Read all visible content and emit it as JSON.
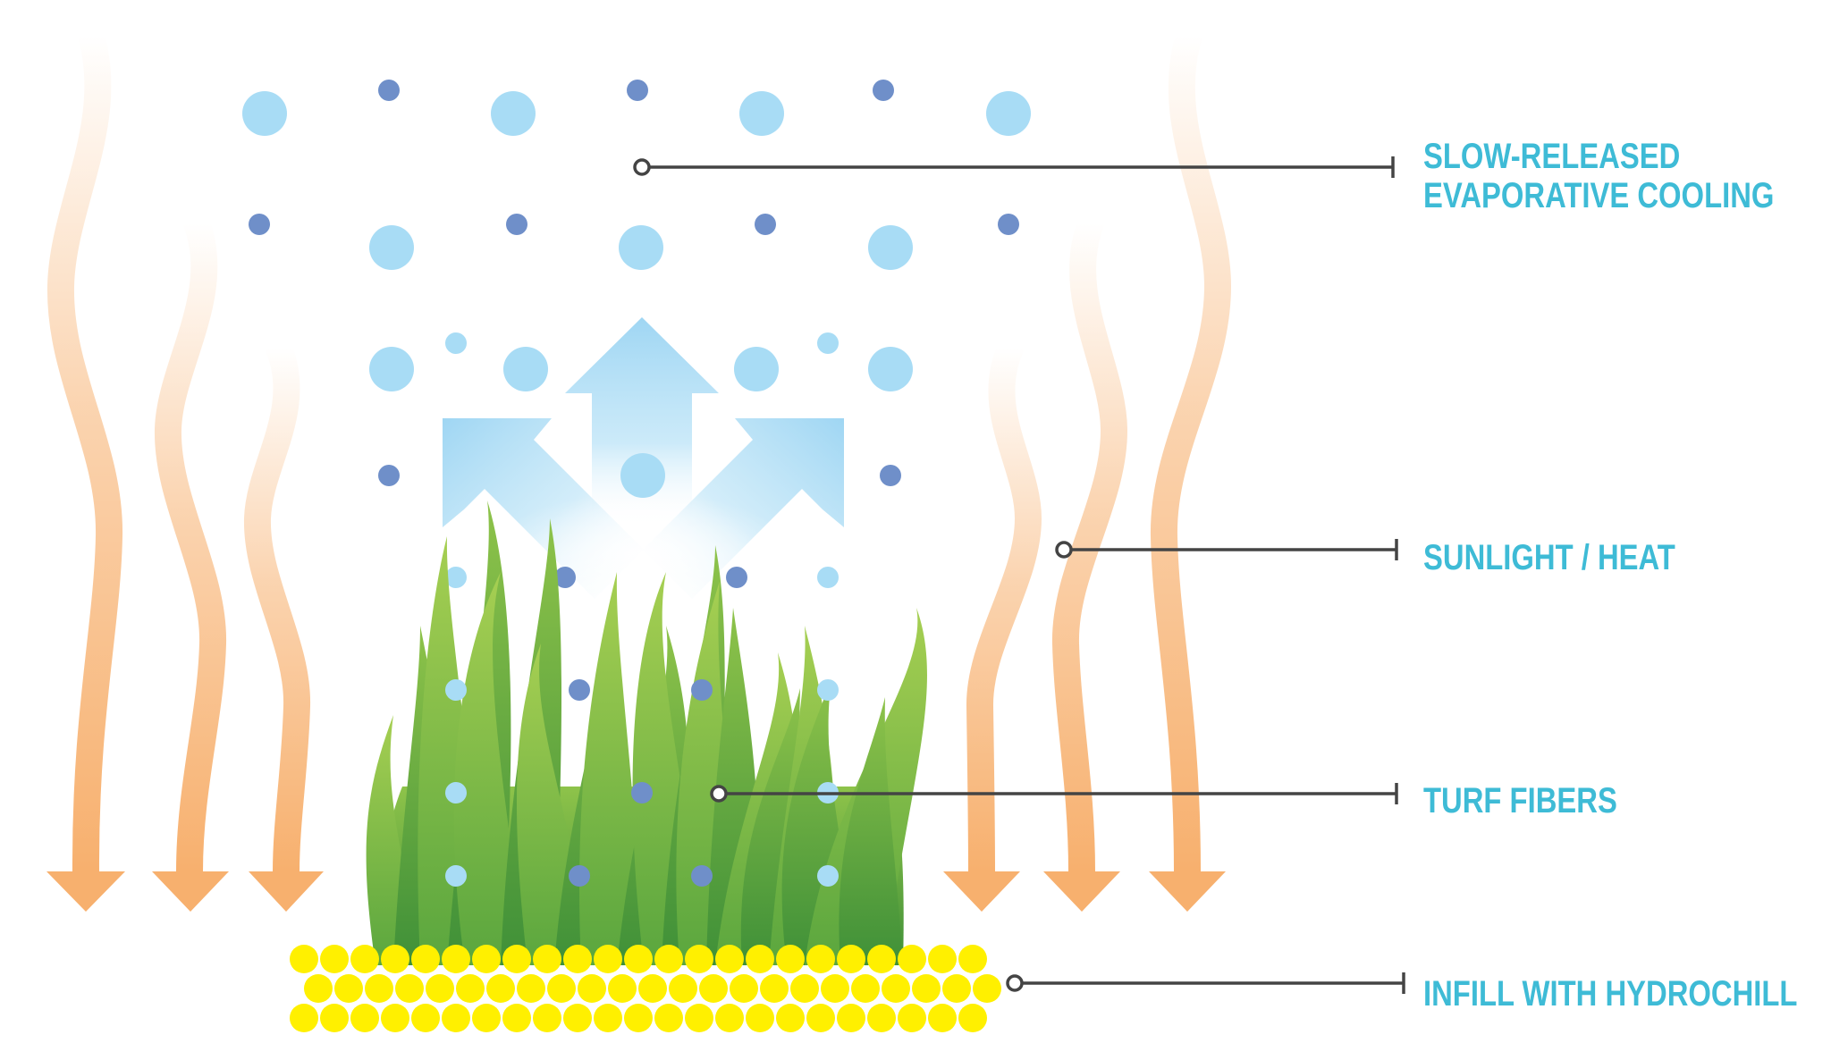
{
  "colors": {
    "label_text": "#3ebbd6",
    "leader_line": "#444444",
    "droplet_light": "#a8dcf5",
    "droplet_dark": "#6f8fc9",
    "heat_orange": "#f7b06e",
    "grass_light": "#9ec94c",
    "grass_dark": "#4f9e3c",
    "infill_yellow": "#fff000",
    "cooling_arrow": "#9fd6f3"
  },
  "labels": {
    "cooling_line1": "SLOW-RELEASED",
    "cooling_line2": "EVAPORATIVE COOLING",
    "heat": "SUNLIGHT / HEAT",
    "turf": "TURF FIBERS",
    "infill": "INFILL WITH HYDROCHILL"
  },
  "icons": {
    "heat": "wavy-down-arrow-icon",
    "cooling": "three-way-up-arrow-icon",
    "droplet": "water-droplet-icon",
    "infill": "infill-pellet-icon"
  }
}
